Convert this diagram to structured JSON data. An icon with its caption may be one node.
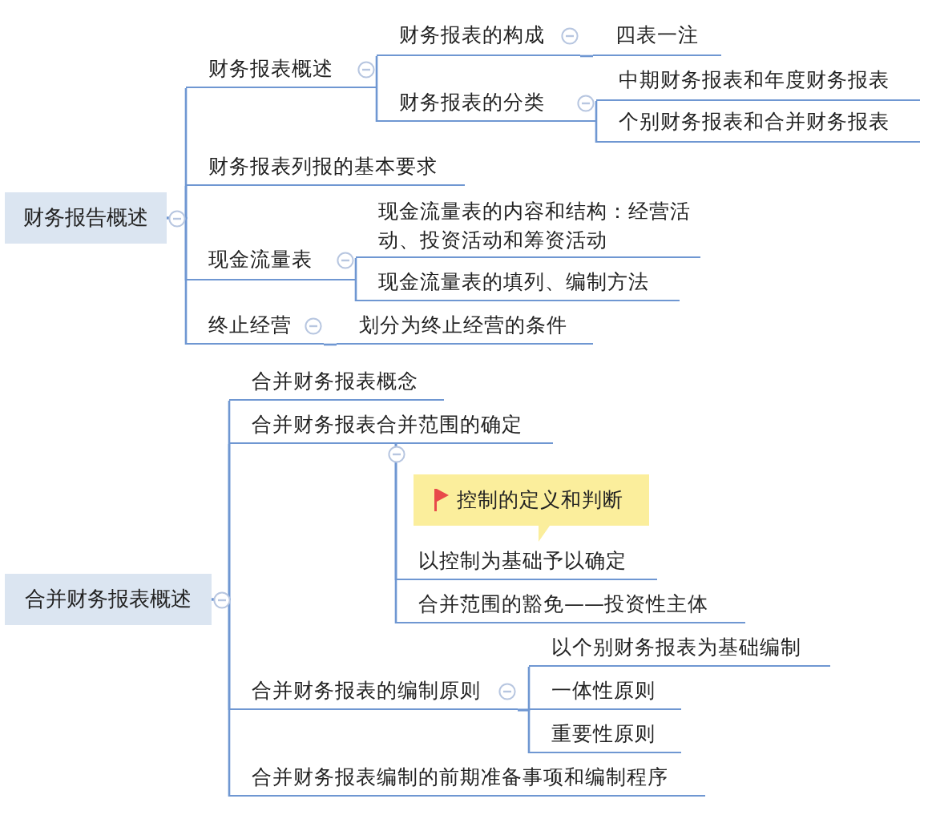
{
  "diagram": {
    "nodes": [
      {
        "text": [
          "财务报告概述"
        ]
      },
      {
        "text": [
          "财务报表概述"
        ]
      },
      {
        "text": [
          "财务报表的构成"
        ]
      },
      {
        "text": [
          "四表一注"
        ]
      },
      {
        "text": [
          "财务报表的分类"
        ]
      },
      {
        "text": [
          "中期财务报表和年度财务报表"
        ]
      },
      {
        "text": [
          "个别财务报表和合并财务报表"
        ]
      },
      {
        "text": [
          "财务报表列报的基本要求"
        ]
      },
      {
        "text": [
          "现金流量表"
        ]
      },
      {
        "text": [
          "现金流量表的内容和结构：经营活动、投资活动和筹资活动"
        ]
      },
      {
        "text": [
          "现金流量表的填列、编制方法"
        ]
      },
      {
        "text": [
          "终止经营"
        ]
      },
      {
        "text": [
          "划分为终止经营的条件"
        ]
      },
      {
        "text": [
          "合并财务报表概述"
        ]
      },
      {
        "text": [
          "合并财务报表概念"
        ]
      },
      {
        "text": [
          "合并财务报表合并范围的确定"
        ]
      },
      {
        "text": [
          "控制的定义和判断"
        ]
      },
      {
        "text": [
          "以控制为基础予以确定"
        ]
      },
      {
        "text": [
          "合并范围的豁免——投资性主体"
        ]
      },
      {
        "text": [
          "合并财务报表的编制原则"
        ]
      },
      {
        "text": [
          "以个别财务报表为基础编制"
        ]
      },
      {
        "text": [
          "一体性原则"
        ]
      },
      {
        "text": [
          "重要性原则"
        ]
      },
      {
        "text": [
          "合并财务报表编制的前期准备事项和编制程序"
        ]
      }
    ],
    "edges": [
      {
        "from": 0,
        "to": 1,
        "arrow": "none"
      },
      {
        "from": 0,
        "to": 7,
        "arrow": "none"
      },
      {
        "from": 0,
        "to": 8,
        "arrow": "none"
      },
      {
        "from": 0,
        "to": 11,
        "arrow": "none"
      },
      {
        "from": 1,
        "to": 2,
        "arrow": "none"
      },
      {
        "from": 1,
        "to": 4,
        "arrow": "none"
      },
      {
        "from": 2,
        "to": 3,
        "arrow": "none"
      },
      {
        "from": 4,
        "to": 5,
        "arrow": "none"
      },
      {
        "from": 4,
        "to": 6,
        "arrow": "none"
      },
      {
        "from": 8,
        "to": 9,
        "arrow": "none"
      },
      {
        "from": 8,
        "to": 10,
        "arrow": "none"
      },
      {
        "from": 11,
        "to": 12,
        "arrow": "none"
      },
      {
        "from": 13,
        "to": 14,
        "arrow": "none"
      },
      {
        "from": 13,
        "to": 15,
        "arrow": "none"
      },
      {
        "from": 13,
        "to": 19,
        "arrow": "none"
      },
      {
        "from": 13,
        "to": 23,
        "arrow": "none"
      },
      {
        "from": 15,
        "to": 17,
        "arrow": "none"
      },
      {
        "from": 15,
        "to": 18,
        "arrow": "none"
      },
      {
        "from": 19,
        "to": 20,
        "arrow": "none"
      },
      {
        "from": 19,
        "to": 21,
        "arrow": "none"
      },
      {
        "from": 19,
        "to": 22,
        "arrow": "none"
      }
    ]
  }
}
